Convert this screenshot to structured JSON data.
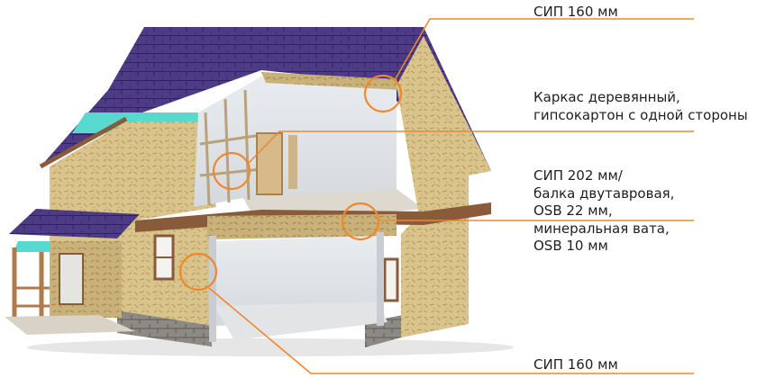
{
  "callouts": {
    "roof": {
      "lines": [
        "СИП 160 мм"
      ]
    },
    "partition": {
      "lines": [
        "Каркас деревянный,",
        "гипсокартон с одной стороны"
      ]
    },
    "floor": {
      "lines": [
        "СИП 202 мм/",
        "балка двутавровая,",
        "OSB 22 мм,",
        "минеральная вата,",
        "OSB 10 мм"
      ]
    },
    "wall": {
      "lines": [
        "СИП 160 мм"
      ]
    }
  },
  "colors": {
    "callout_line": "#f0872e",
    "roof_shingles": "#4e3b86",
    "membrane": "#57d9d0",
    "osb": "#d9c48c",
    "trim": "#8a5b3a",
    "stone": "#8d8a85"
  }
}
